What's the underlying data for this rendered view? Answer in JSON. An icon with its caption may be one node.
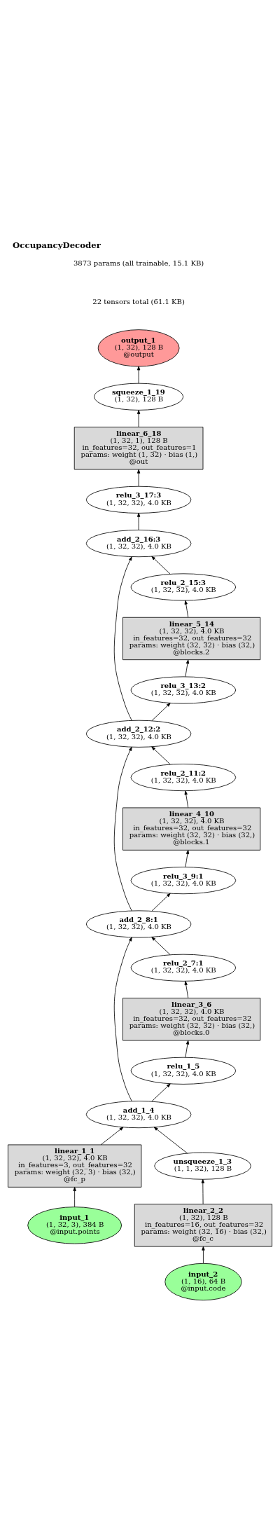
{
  "diagram": {
    "title": "OccupancyDecoder",
    "labels": [
      "22 tensors total (61.1 KB)",
      "3873 params (all trainable, 15.1 KB)"
    ],
    "nodes": [
      {
        "text": [
          "output_1",
          "(1, 32), 128 B",
          "@output"
        ]
      },
      {
        "text": [
          "squeeze_1_19",
          "(1, 32), 128 B"
        ]
      },
      {
        "text": [
          "linear_6_18",
          "(1, 32, 1), 128 B",
          "in_features=32, out_features=1",
          "params: weight (1, 32) · bias (1,)",
          "@out"
        ]
      },
      {
        "text": [
          "relu_3_17:3",
          "(1, 32, 32), 4.0 KB"
        ]
      },
      {
        "text": [
          "add_2_16:3",
          "(1, 32, 32), 4.0 KB"
        ]
      },
      {
        "text": [
          "relu_2_15:3",
          "(1, 32, 32), 4.0 KB"
        ]
      },
      {
        "text": [
          "linear_5_14",
          "(1, 32, 32), 4.0 KB",
          "in_features=32, out_features=32",
          "params: weight (32, 32) · bias (32,)",
          "@blocks.2"
        ]
      },
      {
        "text": [
          "relu_3_13:2",
          "(1, 32, 32), 4.0 KB"
        ]
      },
      {
        "text": [
          "add_2_12:2",
          "(1, 32, 32), 4.0 KB"
        ]
      },
      {
        "text": [
          "relu_2_11:2",
          "(1, 32, 32), 4.0 KB"
        ]
      },
      {
        "text": [
          "linear_4_10",
          "(1, 32, 32), 4.0 KB",
          "in_features=32, out_features=32",
          "params: weight (32, 32) · bias (32,)",
          "@blocks.1"
        ]
      },
      {
        "text": [
          "relu_3_9:1",
          "(1, 32, 32), 4.0 KB"
        ]
      },
      {
        "text": [
          "add_2_8:1",
          "(1, 32, 32), 4.0 KB"
        ]
      },
      {
        "text": [
          "relu_2_7:1",
          "(1, 32, 32), 4.0 KB"
        ]
      },
      {
        "text": [
          "linear_3_6",
          "(1, 32, 32), 4.0 KB",
          "in_features=32, out_features=32",
          "params: weight (32, 32) · bias (32,)",
          "@blocks.0"
        ]
      },
      {
        "text": [
          "relu_1_5",
          "(1, 32, 32), 4.0 KB"
        ]
      },
      {
        "text": [
          "add_1_4",
          "(1, 32, 32), 4.0 KB"
        ]
      },
      {
        "text": [
          "linear_1_1",
          "(1, 32, 32), 4.0 KB",
          "in_features=3, out_features=32",
          "params: weight (32, 3) · bias (32,)",
          "@fc_p"
        ]
      },
      {
        "text": [
          "unsqueeze_1_3",
          "(1, 1, 32), 128 B"
        ]
      },
      {
        "text": [
          "input_1",
          "(1, 32, 3), 384 B",
          "@input.points"
        ]
      },
      {
        "text": [
          "linear_2_2",
          "(1, 32), 128 B",
          "in_features=16, out_features=32",
          "params: weight (32, 16) · bias (32,)",
          "@fc_c"
        ]
      },
      {
        "text": [
          "input_2",
          "(1, 16), 64 B",
          "@input.code"
        ]
      }
    ],
    "edges": [
      {
        "from": 19,
        "to": 17,
        "arrow": "to"
      },
      {
        "from": 21,
        "to": 20,
        "arrow": "to"
      },
      {
        "from": 20,
        "to": 18,
        "arrow": "to"
      },
      {
        "from": 17,
        "to": 16,
        "arrow": "to"
      },
      {
        "from": 18,
        "to": 16,
        "arrow": "to"
      },
      {
        "from": 16,
        "to": 15,
        "arrow": "to"
      },
      {
        "from": 15,
        "to": 14,
        "arrow": "to"
      },
      {
        "from": 14,
        "to": 13,
        "arrow": "to"
      },
      {
        "from": 13,
        "to": 12,
        "arrow": "to"
      },
      {
        "from": 16,
        "to": 12,
        "arrow": "to"
      },
      {
        "from": 12,
        "to": 11,
        "arrow": "to"
      },
      {
        "from": 11,
        "to": 10,
        "arrow": "to"
      },
      {
        "from": 10,
        "to": 9,
        "arrow": "to"
      },
      {
        "from": 9,
        "to": 8,
        "arrow": "to"
      },
      {
        "from": 12,
        "to": 8,
        "arrow": "to"
      },
      {
        "from": 8,
        "to": 7,
        "arrow": "to"
      },
      {
        "from": 7,
        "to": 6,
        "arrow": "to"
      },
      {
        "from": 6,
        "to": 5,
        "arrow": "to"
      },
      {
        "from": 5,
        "to": 4,
        "arrow": "to"
      },
      {
        "from": 8,
        "to": 4,
        "arrow": "to"
      },
      {
        "from": 4,
        "to": 3,
        "arrow": "to"
      },
      {
        "from": 3,
        "to": 2,
        "arrow": "to"
      },
      {
        "from": 2,
        "to": 1,
        "arrow": "to"
      },
      {
        "from": 1,
        "to": 0,
        "arrow": "to"
      }
    ]
  }
}
